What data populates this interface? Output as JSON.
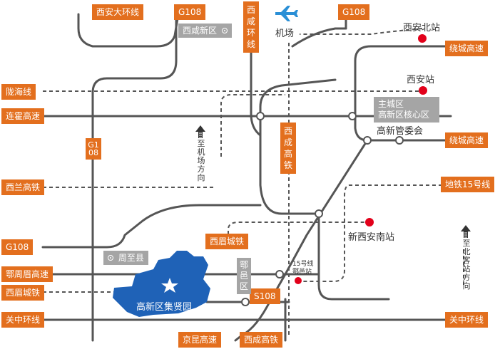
{
  "colors": {
    "road": "#555555",
    "label_bg": "#e36f1e",
    "district_bg": "#a5a5a5",
    "highlight_area": "#1f62b7",
    "station": "#e2001a",
    "plane": "#2a8fd6"
  },
  "icons": [
    "plane-icon",
    "arrow-up-icon",
    "star-icon",
    "target-icon"
  ],
  "roads": {
    "xian_ring": "西安大环线",
    "g108_top": "G108",
    "xixian_ring": "西咸环线",
    "g108_top_right": "G108",
    "raocheng_top": "绕城高速",
    "longhai": "陇海线",
    "lianhuo": "连霍高速",
    "raocheng_right": "绕城高速",
    "g108_vertical": "G108",
    "xicheng_hsr": "西成高铁",
    "xilan_hsr": "西兰高铁",
    "metro15": "地铁15号线",
    "g108_left": "G108",
    "ximei_rail_mid": "西眉城铁",
    "humei": "鄠周眉高速",
    "ximei_rail_left": "西眉城铁",
    "s108": "S108",
    "guanzhong_left": "关中环线",
    "guanzhong_right": "关中环线",
    "jingkun": "京昆高速",
    "xicheng_bottom": "西成高铁"
  },
  "districts": {
    "xixian": "西咸新区",
    "core": "主城区\n高新区核心区",
    "zhouzhi": "周至县",
    "huyi": "鄠邑区"
  },
  "places": {
    "airport": "机场",
    "xian_north": "西安北站",
    "xian_station": "西安站",
    "gaoxin_committee": "高新管委会",
    "new_xian_south": "新西安南站",
    "line15_huyi": "15号线\n鄠邑站",
    "to_airport": "至机场方向",
    "to_north_station": "至北客站方向",
    "highlight": "高新区集贤园"
  }
}
